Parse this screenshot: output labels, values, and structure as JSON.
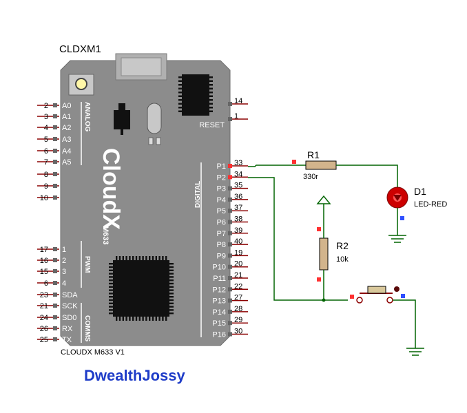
{
  "board": {
    "ref": "CLDXM1",
    "brand": "CloudX",
    "model": "M633",
    "footer": "CLOUDX M633 V1",
    "sections": {
      "analog": "ANALOG",
      "pwm": "PWM",
      "comms": "COMMS",
      "digital": "DIGITAL"
    },
    "left_pins": [
      {
        "num": "2",
        "label": "A0"
      },
      {
        "num": "3",
        "label": "A1"
      },
      {
        "num": "4",
        "label": "A2"
      },
      {
        "num": "5",
        "label": "A3"
      },
      {
        "num": "6",
        "label": "A4"
      },
      {
        "num": "7",
        "label": "A5"
      },
      {
        "num": "8",
        "label": ""
      },
      {
        "num": "9",
        "label": ""
      },
      {
        "num": "10",
        "label": ""
      },
      {
        "num": "17",
        "label": "1"
      },
      {
        "num": "16",
        "label": "2"
      },
      {
        "num": "15",
        "label": "3"
      },
      {
        "num": "6",
        "label": "4"
      },
      {
        "num": "23",
        "label": "SDA"
      },
      {
        "num": "21",
        "label": "SCK"
      },
      {
        "num": "24",
        "label": "SD0"
      },
      {
        "num": "26",
        "label": "RX"
      },
      {
        "num": "25",
        "label": "TX"
      }
    ],
    "top_right_pins": [
      {
        "num": "14",
        "label": ""
      },
      {
        "num": "1",
        "label": "RESET"
      }
    ],
    "right_pins": [
      {
        "num": "33",
        "label": "P1"
      },
      {
        "num": "34",
        "label": "P2"
      },
      {
        "num": "35",
        "label": "P3"
      },
      {
        "num": "36",
        "label": "P4"
      },
      {
        "num": "37",
        "label": "P5"
      },
      {
        "num": "38",
        "label": "P6"
      },
      {
        "num": "39",
        "label": "P7"
      },
      {
        "num": "40",
        "label": "P8"
      },
      {
        "num": "19",
        "label": "P9"
      },
      {
        "num": "20",
        "label": "P10"
      },
      {
        "num": "21",
        "label": "P11"
      },
      {
        "num": "22",
        "label": "P12"
      },
      {
        "num": "27",
        "label": "P13"
      },
      {
        "num": "28",
        "label": "P14"
      },
      {
        "num": "29",
        "label": "P15"
      },
      {
        "num": "30",
        "label": "P16"
      }
    ]
  },
  "components": {
    "r1": {
      "ref": "R1",
      "value": "330r"
    },
    "r2": {
      "ref": "R2",
      "value": "10k"
    },
    "d1": {
      "ref": "D1",
      "value": "LED-RED"
    }
  },
  "watermark": "DwealthJossy",
  "colors": {
    "board": "#8c8c8c",
    "wire": "#006400",
    "pin": "#8b0000",
    "chip": "#111111",
    "resistor": "#d2b48c",
    "led": "#cc0000",
    "watermark": "#1e3cc8",
    "marker_red": "#ff3030",
    "marker_blue": "#2f4fff"
  }
}
